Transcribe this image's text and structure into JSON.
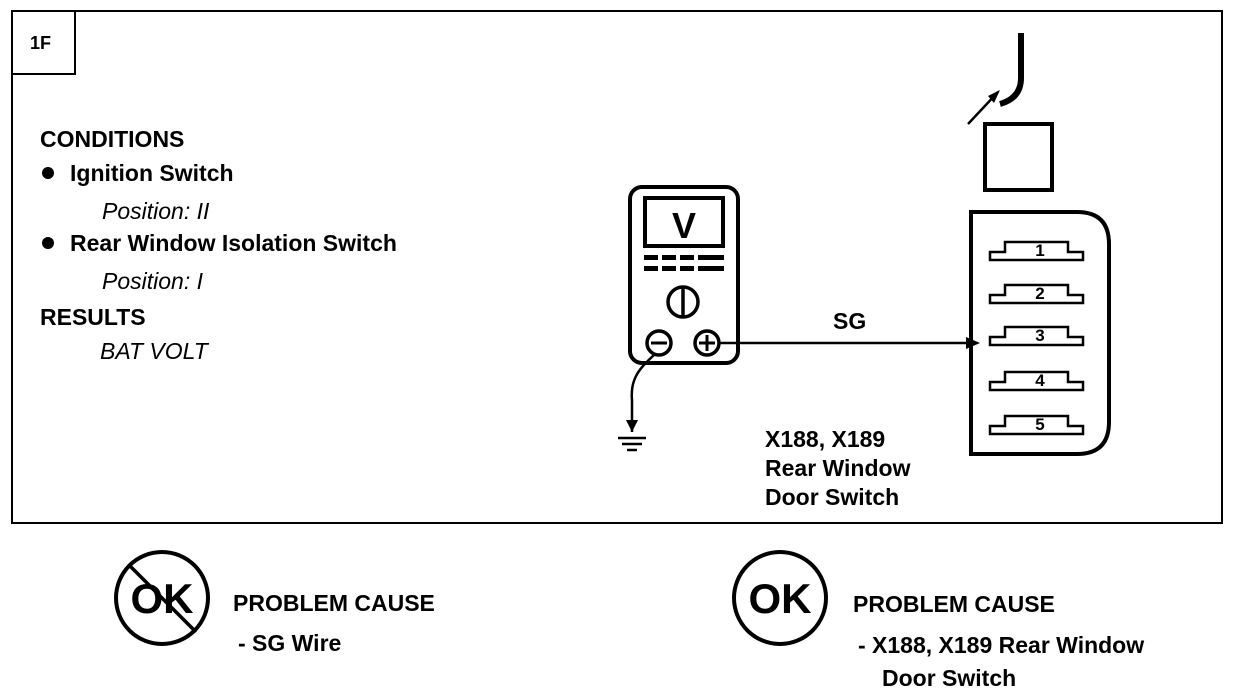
{
  "panel_label": "1F",
  "conditions": {
    "heading": "CONDITIONS",
    "items": [
      {
        "label": "Ignition Switch",
        "position": "Position: II"
      },
      {
        "label": "Rear Window Isolation Switch",
        "position": "Position: I"
      }
    ]
  },
  "results": {
    "heading": "RESULTS",
    "value": "BAT VOLT"
  },
  "meter": {
    "display": "V"
  },
  "wire_label": "SG",
  "connector": {
    "id_line": "X188, X189",
    "name_line1": "Rear Window",
    "name_line2": "Door Switch",
    "pins": [
      "1",
      "2",
      "3",
      "4",
      "5"
    ]
  },
  "outcomes": [
    {
      "symbol": "OK",
      "crossed": true,
      "heading": "PROBLEM CAUSE",
      "lines": [
        "- SG  Wire"
      ]
    },
    {
      "symbol": "OK",
      "crossed": false,
      "heading": "PROBLEM CAUSE",
      "lines": [
        "- X188, X189 Rear Window",
        "Door Switch"
      ]
    }
  ]
}
